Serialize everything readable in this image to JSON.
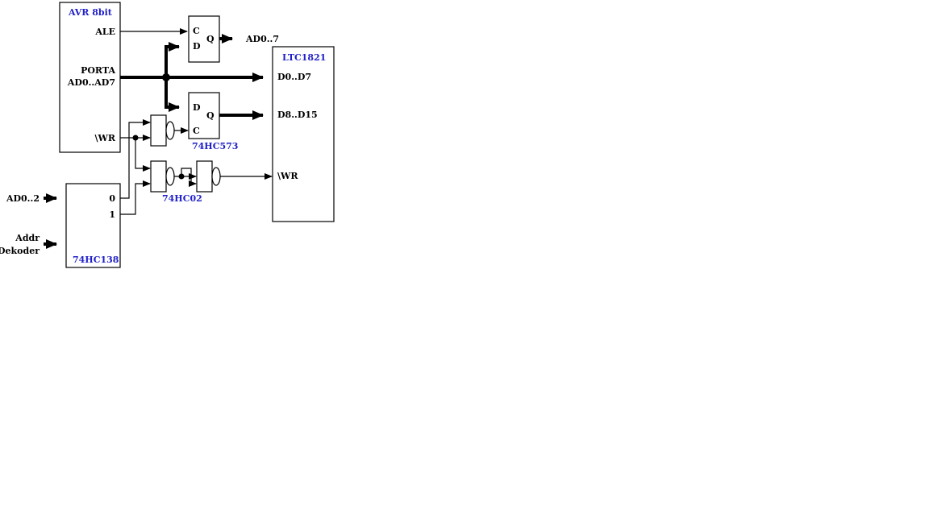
{
  "colors": {
    "line": "#000000",
    "chip_label": "#2020c8",
    "background": "#ffffff"
  },
  "avr": {
    "title": "AVR 8bit",
    "pin_ale": "ALE",
    "pin_porta": "PORTA",
    "pin_ad": "AD0..AD7",
    "pin_wr": "\\WR"
  },
  "latch_top": {
    "pin_c": "C",
    "pin_d": "D",
    "pin_q": "Q",
    "output": "AD0..7"
  },
  "latch_bottom": {
    "pin_d": "D",
    "pin_c": "C",
    "pin_q": "Q",
    "label": "74HC573"
  },
  "ltc": {
    "title": "LTC1821",
    "pin_d0": "D0..D7",
    "pin_d8": "D8..D15",
    "pin_wr": "\\WR"
  },
  "nor": {
    "label": "74HC02"
  },
  "decoder": {
    "label": "74HC138",
    "out0": "0",
    "out1": "1",
    "input_ad": "AD0..2",
    "input_addr_1": "Addr",
    "input_addr_2": "Dekoder"
  }
}
